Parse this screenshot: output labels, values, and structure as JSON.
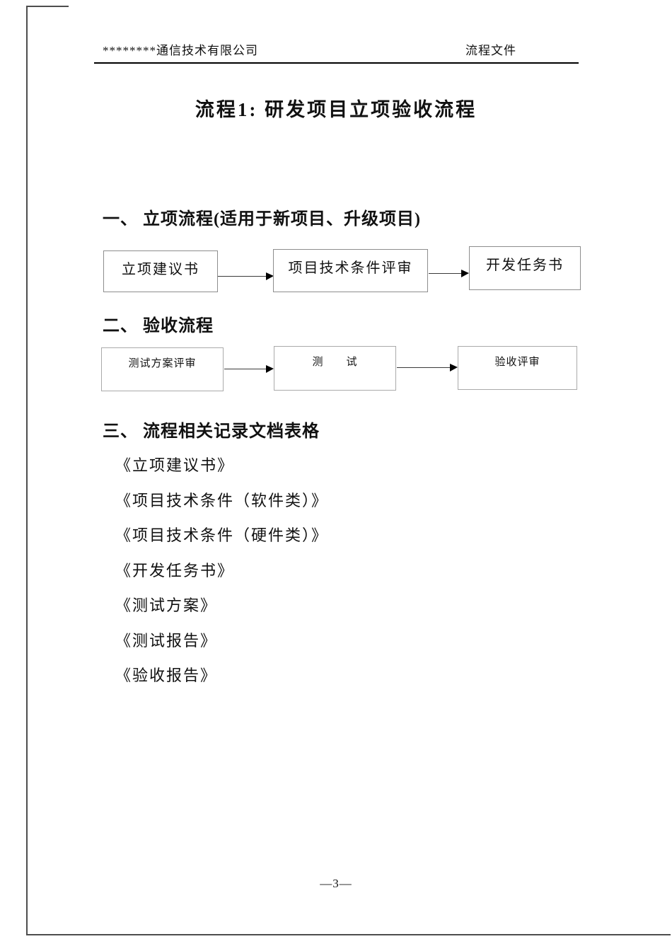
{
  "header": {
    "company": "********通信技术有限公司",
    "doc_type": "流程文件"
  },
  "title": "流程1: 研发项目立项验收流程",
  "sections": {
    "s1": "一、 立项流程(适用于新项目、升级项目)",
    "s2": "二、 验收流程",
    "s3": "三、 流程相关记录文档表格"
  },
  "flow_establishment": {
    "boxes": [
      "立项建议书",
      "项目技术条件评审",
      "开发任务书"
    ]
  },
  "flow_acceptance": {
    "boxes": [
      "测试方案评审",
      "测　　试",
      "验收评审"
    ]
  },
  "documents": [
    "《立项建议书》",
    "《项目技术条件（软件类）》",
    "《项目技术条件（硬件类）》",
    "《开发任务书》",
    "《测试方案》",
    "《测试报告》",
    "《验收报告》"
  ],
  "footer": {
    "page_number": "—3—"
  },
  "colors": {
    "rule": "#000000",
    "box_border_row1": "#8d8d8d",
    "box_border_row2": "#aaaaaa"
  }
}
